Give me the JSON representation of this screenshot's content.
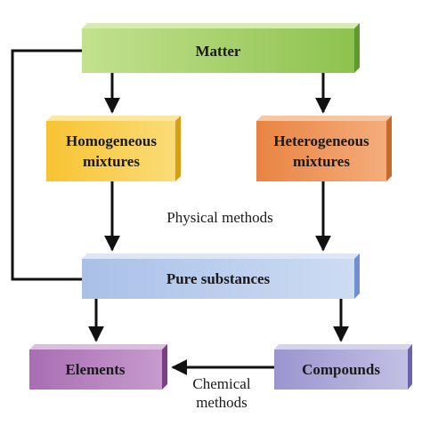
{
  "boxes": {
    "matter": {
      "label": "Matter",
      "color": "#a9d26b",
      "side_color": "#5f9a2c"
    },
    "homogeneous": {
      "line1": "Homogeneous",
      "line2": "mixtures",
      "color": "#f9cf44",
      "side_color": "#d99d16"
    },
    "heterogeneous": {
      "line1": "Heterogeneous",
      "line2": "mixtures",
      "color": "#ee9455",
      "side_color": "#c86a2b"
    },
    "pure_substances": {
      "label": "Pure substances",
      "color": "#b3c8ea",
      "side_color": "#6f90cc"
    },
    "elements": {
      "label": "Elements",
      "color": "#b47bbd",
      "side_color": "#7c3f86"
    },
    "compounds": {
      "label": "Compounds",
      "color": "#a9a5d6",
      "side_color": "#6a64ad"
    }
  },
  "labels": {
    "physical_methods": "Physical methods",
    "chemical_line1": "Chemical",
    "chemical_line2": "methods"
  },
  "colors": {
    "arrow": "#111111"
  }
}
